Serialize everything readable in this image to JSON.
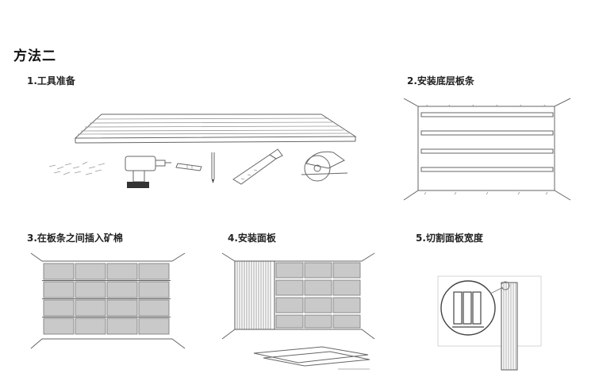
{
  "page": {
    "title": "方法二"
  },
  "steps": [
    {
      "label": "1.工具准备",
      "icon": "tools-icon"
    },
    {
      "label": "2.安装底层板条",
      "icon": "base-battens-icon"
    },
    {
      "label": "3.在板条之间插入矿棉",
      "icon": "mineral-wool-icon"
    },
    {
      "label": "4.安装面板",
      "icon": "panel-install-icon"
    },
    {
      "label": "5.切割面板宽度",
      "icon": "panel-cut-icon"
    }
  ]
}
